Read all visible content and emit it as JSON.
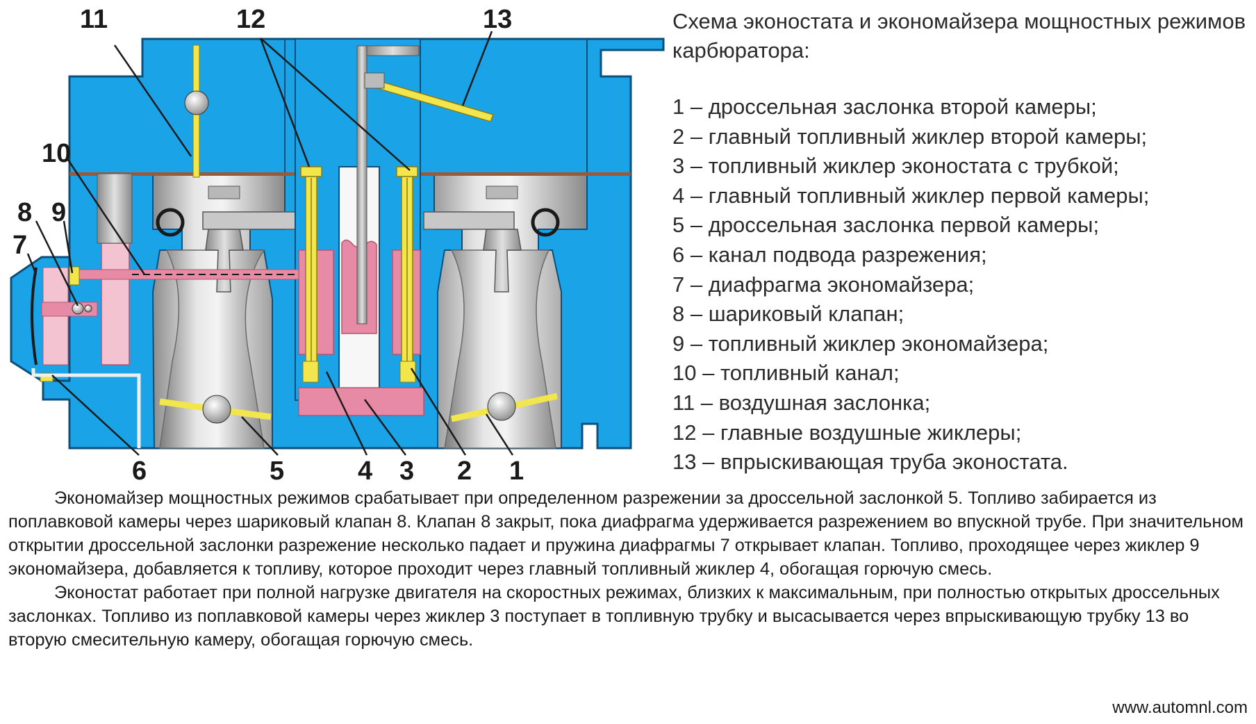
{
  "diagram": {
    "callouts": [
      "1",
      "2",
      "3",
      "4",
      "5",
      "6",
      "7",
      "8",
      "9",
      "10",
      "11",
      "12",
      "13"
    ],
    "colors": {
      "body": "#1aa3e6",
      "outline": "#0b4f7a",
      "chamber_light": "#e8e8e8",
      "chamber_dark": "#8a8a8a",
      "fuel": "#e68aa6",
      "fuel_light": "#f3c3d1",
      "jet": "#f2e64c",
      "gasket": "#9a5a3a"
    }
  },
  "title": "Схема эконостата и экономайзера мощностных режимов карбюратора:",
  "legend": [
    "1 – дроссельная заслонка второй камеры;",
    "2 – главный топливный жиклер второй камеры;",
    "3 – топливный жиклер эконостата с трубкой;",
    "4 – главный топливный жиклер первой камеры;",
    "5 – дроссельная заслонка первой камеры;",
    "6 – канал подвода разрежения;",
    "7 – диафрагма экономайзера;",
    "8 – шариковый клапан;",
    "9 – топливный жиклер экономайзера;",
    "10 – топливный канал;",
    "11 – воздушная заслонка;",
    "12 – главные воздушные жиклеры;",
    "13 – впрыскивающая труба эконостата."
  ],
  "paragraphs": [
    "Экономайзер мощностных режимов срабатывает при определенном разрежении за дроссельной заслонкой 5. Топливо забирается из поплавковой камеры через шариковый клапан 8. Клапан 8 закрыт, пока диафрагма удерживается разрежением во впускной трубе. При значительном открытии дроссельной заслонки разрежение несколько падает и пружина диафрагмы 7 открывает клапан. Топливо, проходящее через жиклер 9 экономайзера, добавляется к топливу, которое проходит через главный топливный жиклер 4, обогащая горючую смесь.",
    "Эконостат работает при полной нагрузке двигателя на скоростных режимах, близких к максимальным, при полностью открытых дроссельных заслонках. Топливо из поплавковой камеры через жиклер 3 поступает в топливную трубку и высасывается через впрыскивающую трубку 13 во вторую смесительную камеру, обогащая горючую смесь."
  ],
  "website": "www.automnl.com"
}
